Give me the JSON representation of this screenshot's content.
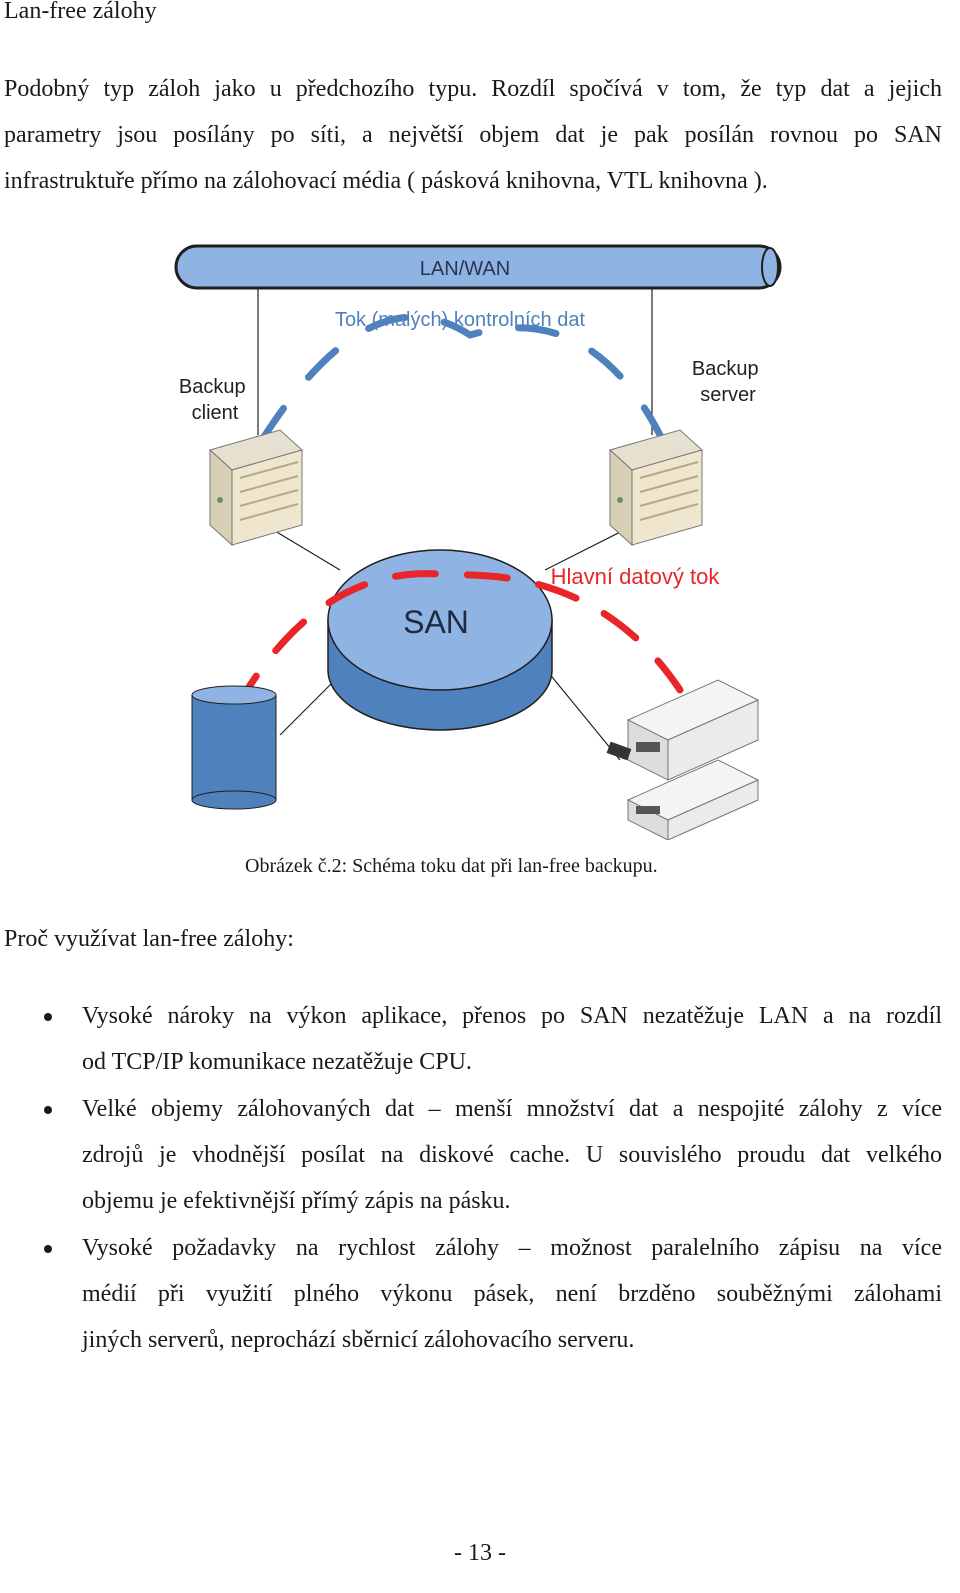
{
  "heading": "Lan-free zálohy",
  "intro_lines": [
    "Podobný typ záloh jako u předchozího typu. Rozdíl spočívá v tom, že typ dat a jejich",
    "parametry jsou posílány po síti, a největší objem dat je pak posílán rovnou po SAN",
    "infrastruktuře přímo na zálohovací média ( pásková knihovna, VTL knihovna )."
  ],
  "figure": {
    "lan_label": "LAN/WAN",
    "control_flow_label": "Tok (malých) kontrolních dat",
    "backup_client_label": [
      "Backup",
      "client"
    ],
    "backup_server_label": [
      "Backup",
      "server"
    ],
    "san_label": "SAN",
    "main_flow_label": "Hlavní datový tok",
    "colors": {
      "lan_pipe": "#8fb4e3",
      "san_top": "#8fb4e3",
      "san_side": "#4f81bd",
      "control_flow": "#4f81bd",
      "main_flow": "#e8262a",
      "outline": "#1f1f1f"
    }
  },
  "caption": "Obrázek č.2: Schéma toku dat při lan-free backupu.",
  "why_heading": "Proč využívat lan-free zálohy:",
  "bullets": [
    [
      "Vysoké nároky na výkon aplikace, přenos po SAN nezatěžuje LAN a na rozdíl",
      "od TCP/IP komunikace nezatěžuje CPU."
    ],
    [
      "Velké objemy zálohovaných dat – menší množství dat a nespojité zálohy z více",
      "zdrojů je vhodnější posílat na diskové cache. U souvislého proudu dat velkého",
      "objemu je efektivnější přímý zápis na pásku."
    ],
    [
      "Vysoké požadavky na rychlost zálohy – možnost paralelního zápisu na více",
      "médií při využití plného výkonu pásek, není brzděno souběžnými zálohami",
      "jiných serverů, neprochází sběrnicí zálohovacího serveru."
    ]
  ],
  "page_number": "- 13 -"
}
